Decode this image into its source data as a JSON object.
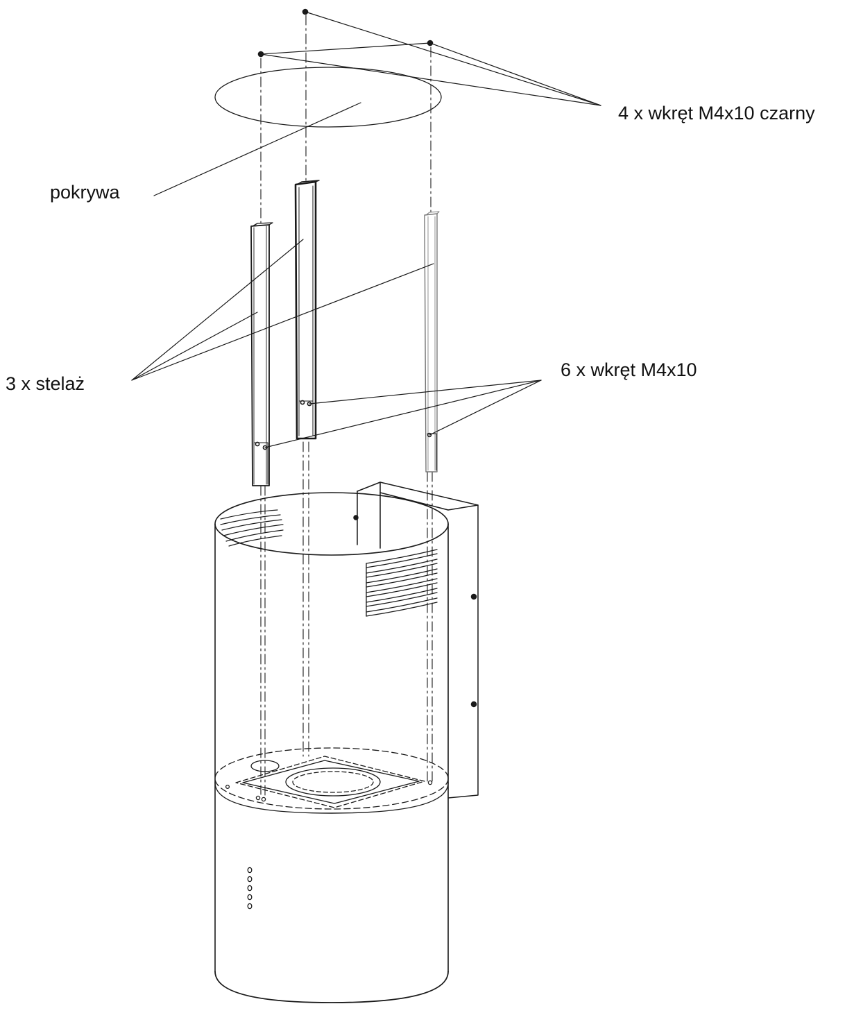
{
  "labels": {
    "screws_black": "4 x wkręt M4x10 czarny",
    "cover": "pokrywa",
    "frame": "3 x stelaż",
    "screws": "6 x wkręt M4x10"
  },
  "colors": {
    "line": "#1a1a1a",
    "background": "#ffffff",
    "frame_light": "#777777"
  }
}
